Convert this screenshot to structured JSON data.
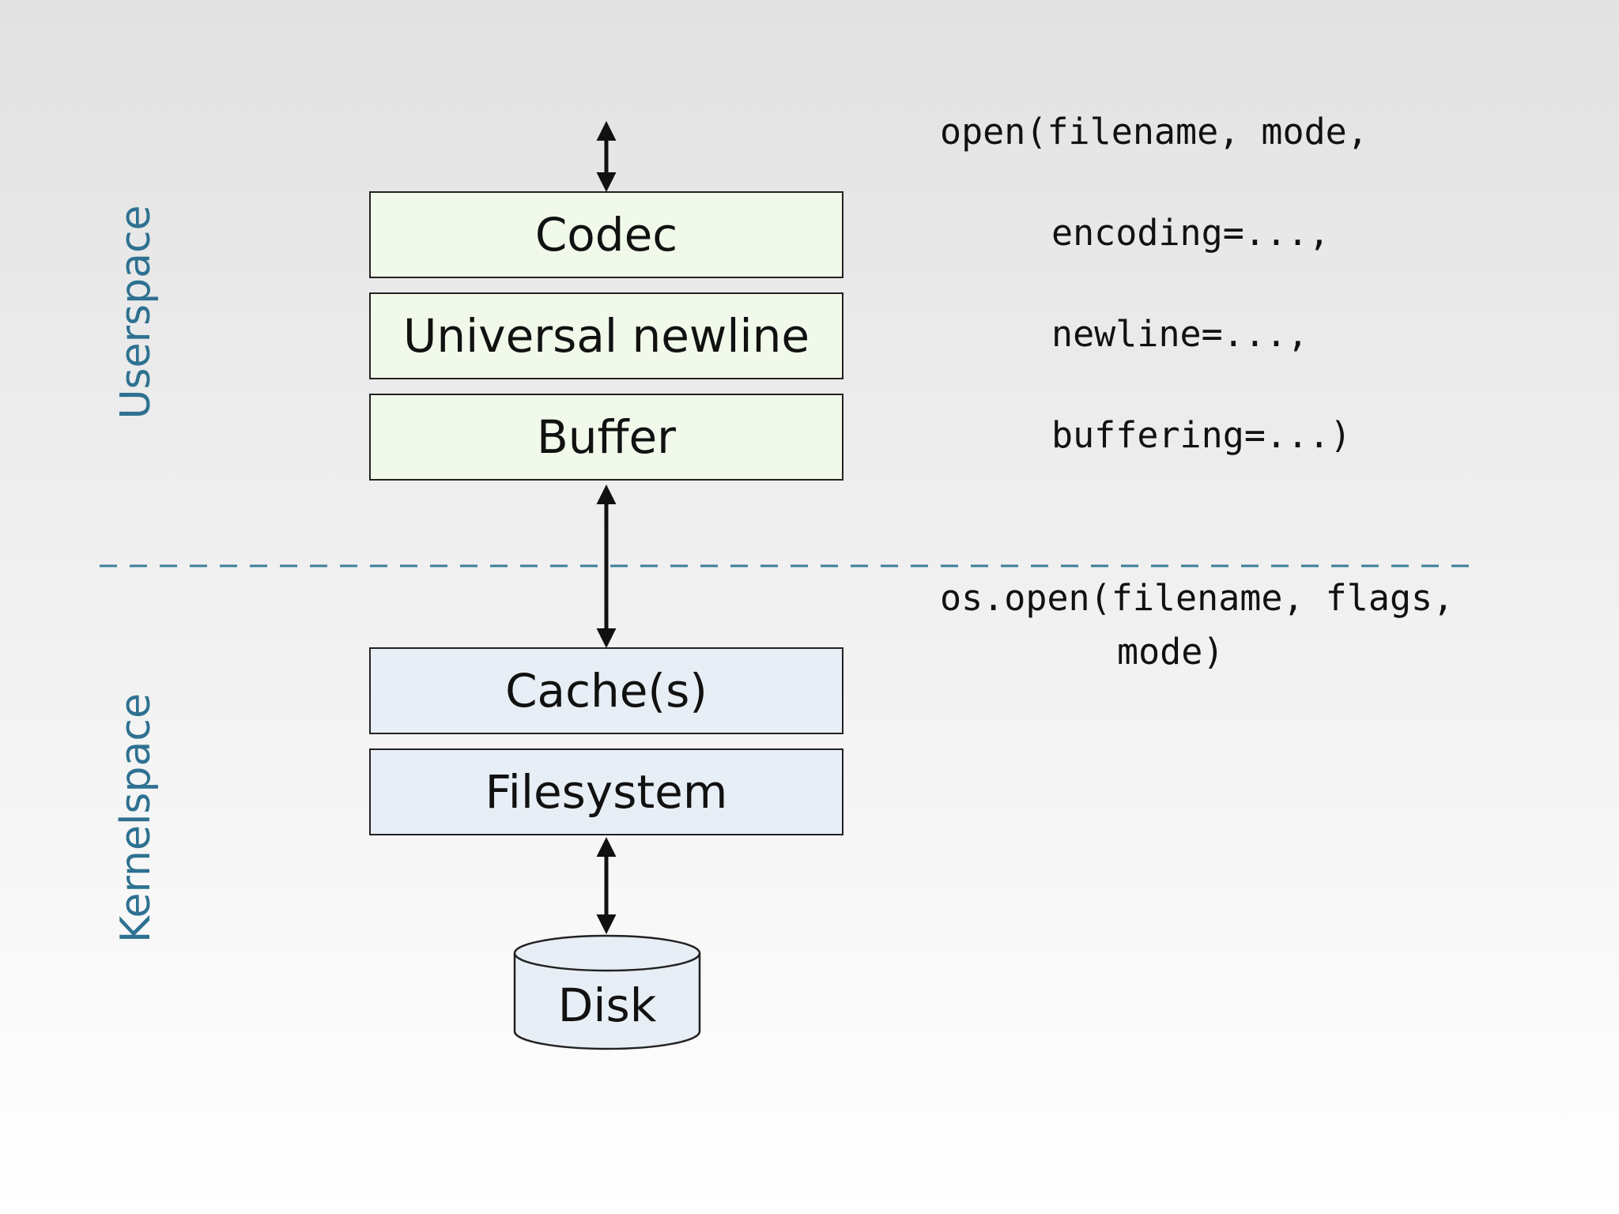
{
  "userspace": {
    "label": "Userspace",
    "layers": [
      {
        "label": "Codec"
      },
      {
        "label": "Universal newline"
      },
      {
        "label": "Buffer"
      }
    ]
  },
  "kernelspace": {
    "label": "Kernelspace",
    "layers": [
      {
        "label": "Cache(s)"
      },
      {
        "label": "Filesystem"
      }
    ]
  },
  "disk": {
    "label": "Disk"
  },
  "python_call": {
    "lines": [
      "open(filename, mode,",
      "encoding=...,",
      "newline=...,",
      "buffering=...)"
    ]
  },
  "os_call": {
    "lines": [
      "os.open(filename, flags,",
      "mode)"
    ]
  },
  "colors": {
    "user_fill": "#f1f9ea",
    "kernel_fill": "#e8eef5",
    "label_color": "#2e7191",
    "divider_color": "#3a7f9a"
  }
}
